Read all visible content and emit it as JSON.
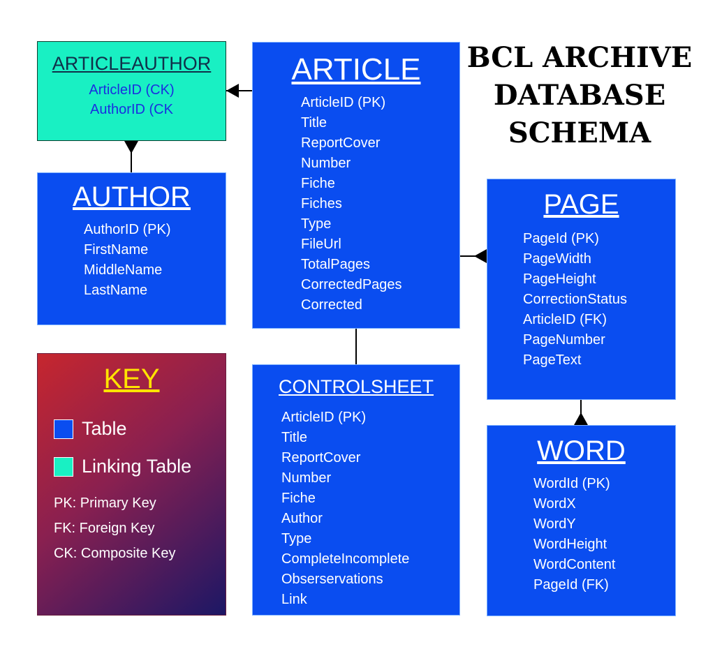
{
  "title": {
    "lines": [
      "BCL ARCHIVE",
      "DATABASE",
      "SCHEMA"
    ]
  },
  "colors": {
    "table": "#0a4df0",
    "linking_table": "#19f0c3",
    "key_title": "#ffe400"
  },
  "entities": {
    "articleauthor": {
      "name": "ARTICLEAUTHOR",
      "fields": [
        "ArticleID (CK)",
        "AuthorID (CK"
      ]
    },
    "author": {
      "name": "AUTHOR",
      "fields": [
        "AuthorID (PK)",
        "FirstName",
        "MiddleName",
        "LastName"
      ]
    },
    "article": {
      "name": "ARTICLE",
      "fields": [
        "ArticleID (PK)",
        "Title",
        "ReportCover",
        "Number",
        "Fiche",
        "Fiches",
        "Type",
        "FileUrl",
        "TotalPages",
        "CorrectedPages",
        "Corrected"
      ]
    },
    "page": {
      "name": "PAGE",
      "fields": [
        "PageId (PK)",
        "PageWidth",
        "PageHeight",
        "CorrectionStatus",
        "ArticleID (FK)",
        "PageNumber",
        "PageText"
      ]
    },
    "controlsheet": {
      "name": "CONTROLSHEET",
      "fields": [
        "ArticleID (PK)",
        "Title",
        "ReportCover",
        "Number",
        "Fiche",
        "Author",
        "Type",
        "CompleteIncomplete",
        "Obserservations",
        "Link"
      ]
    },
    "word": {
      "name": "WORD",
      "fields": [
        "WordId (PK)",
        "WordX",
        "WordY",
        "WordHeight",
        "WordContent",
        "PageId (FK)"
      ]
    }
  },
  "key": {
    "title": "KEY",
    "table_label": "Table",
    "linking_label": "Linking Table",
    "pk": "PK: Primary Key",
    "fk": "FK: Foreign Key",
    "ck": "CK: Composite Key"
  }
}
